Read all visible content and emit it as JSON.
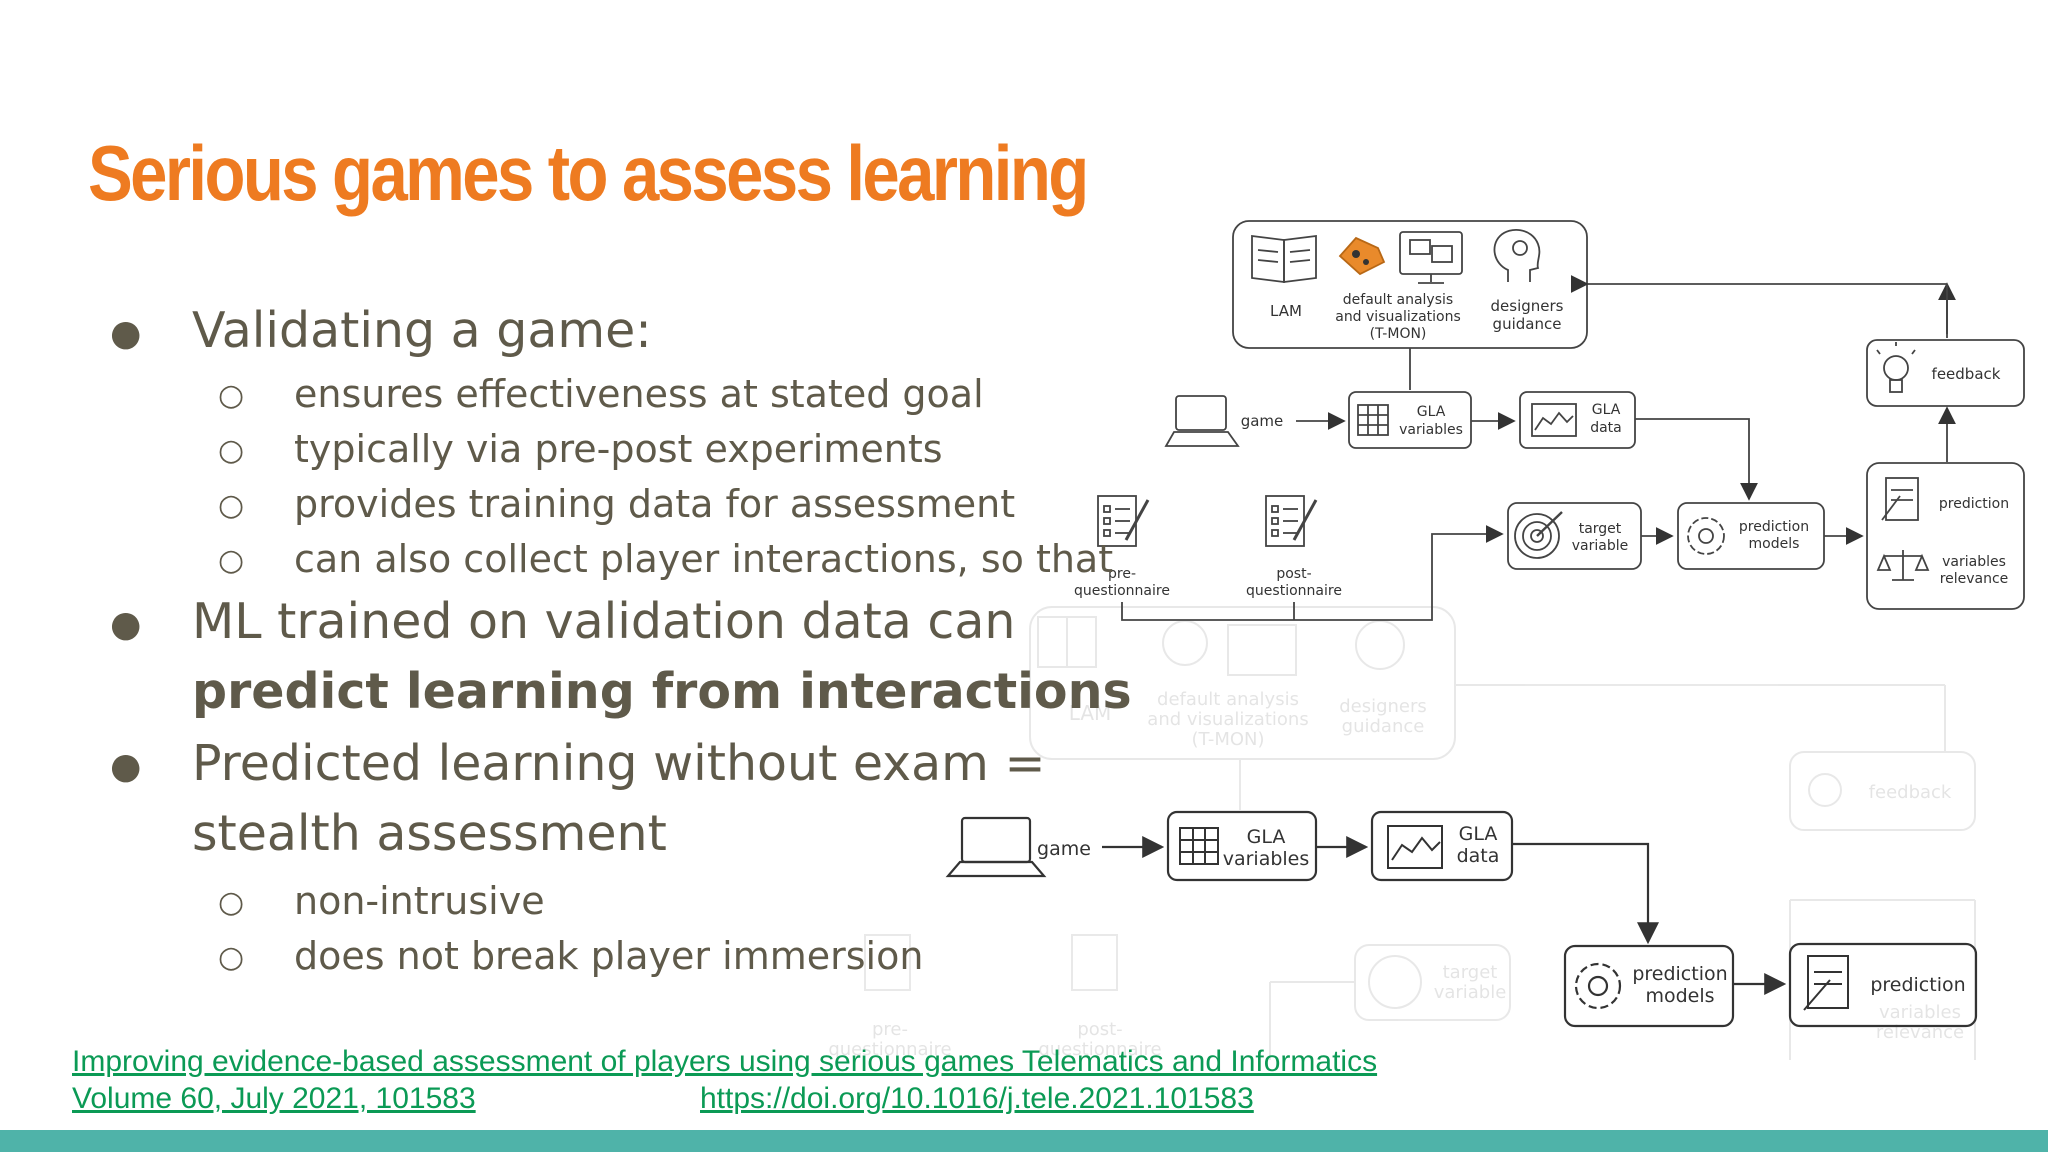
{
  "slide": {
    "title": "Serious games to assess learning",
    "bullet_marker": "●",
    "sub_marker": "○",
    "bullets": [
      {
        "text": "Validating a game:",
        "sub": [
          "ensures effectiveness at stated goal",
          "typically via pre-post experiments",
          "provides training data for assessment",
          "can also collect player interactions, so that"
        ]
      },
      {
        "text_line1": "ML trained on validation data can",
        "text_line2_bold": "predict learning from interactions"
      },
      {
        "text_line1": "Predicted learning without exam =",
        "text_line2": "stealth assessment",
        "sub": [
          "non-intrusive",
          "does not break player immersion"
        ]
      }
    ]
  },
  "diagram_top": {
    "lam": "LAM",
    "default_analysis": [
      "default analysis",
      "and visualizations",
      "(T-MON)"
    ],
    "designers": [
      "designers",
      "guidance"
    ],
    "game": "game",
    "gla_variables": [
      "GLA",
      "variables"
    ],
    "gla_data": [
      "GLA",
      "data"
    ],
    "feedback": "feedback",
    "pre_q": [
      "pre-",
      "questionnaire"
    ],
    "post_q": [
      "post-",
      "questionnaire"
    ],
    "target": [
      "target",
      "variable"
    ],
    "prediction_models": [
      "prediction",
      "models"
    ],
    "prediction": "prediction",
    "variables_relevance": [
      "variables",
      "relevance"
    ]
  },
  "diagram_bottom": {
    "lam": "LAM",
    "default_analysis": [
      "default analysis",
      "and visualizations",
      "(T-MON)"
    ],
    "designers": [
      "designers",
      "guidance"
    ],
    "feedback": "feedback",
    "game": "game",
    "gla_variables": [
      "GLA",
      "variables"
    ],
    "gla_data": [
      "GLA",
      "data"
    ],
    "pre_q": [
      "pre-",
      "questionnaire"
    ],
    "post_q": [
      "post-",
      "questionnaire"
    ],
    "target": [
      "target",
      "variable"
    ],
    "prediction_models": [
      "prediction",
      "models"
    ],
    "prediction": "prediction",
    "variables_relevance": [
      "variables",
      "relevance"
    ]
  },
  "reference": {
    "line1": "Improving evidence-based assessment of players using serious games Telematics and Informatics",
    "line2a": "Volume 60, July 2021, 101583",
    "line2b": "https://doi.org/10.1016/j.tele.2021.101583"
  },
  "colors": {
    "title": "#ee7b21",
    "text": "#5f5a4a",
    "link": "#0b9a55",
    "footer": "#4fb3a9"
  }
}
